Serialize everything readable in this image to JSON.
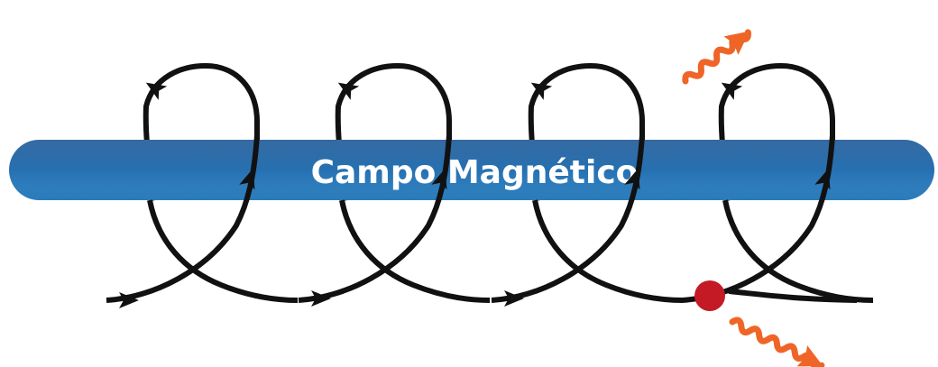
{
  "label": "Campo Magnético",
  "colors": {
    "background": "#ffffff",
    "field_top": "#1f5a98",
    "field_bottom": "#2d86c9",
    "field_text": "#ffffff",
    "trajectory": "#111111",
    "particle": "#c41a26",
    "radiation": "#ef6527"
  },
  "diagram": {
    "loops": 4,
    "particles": 1,
    "radiation_arrows": 2
  }
}
